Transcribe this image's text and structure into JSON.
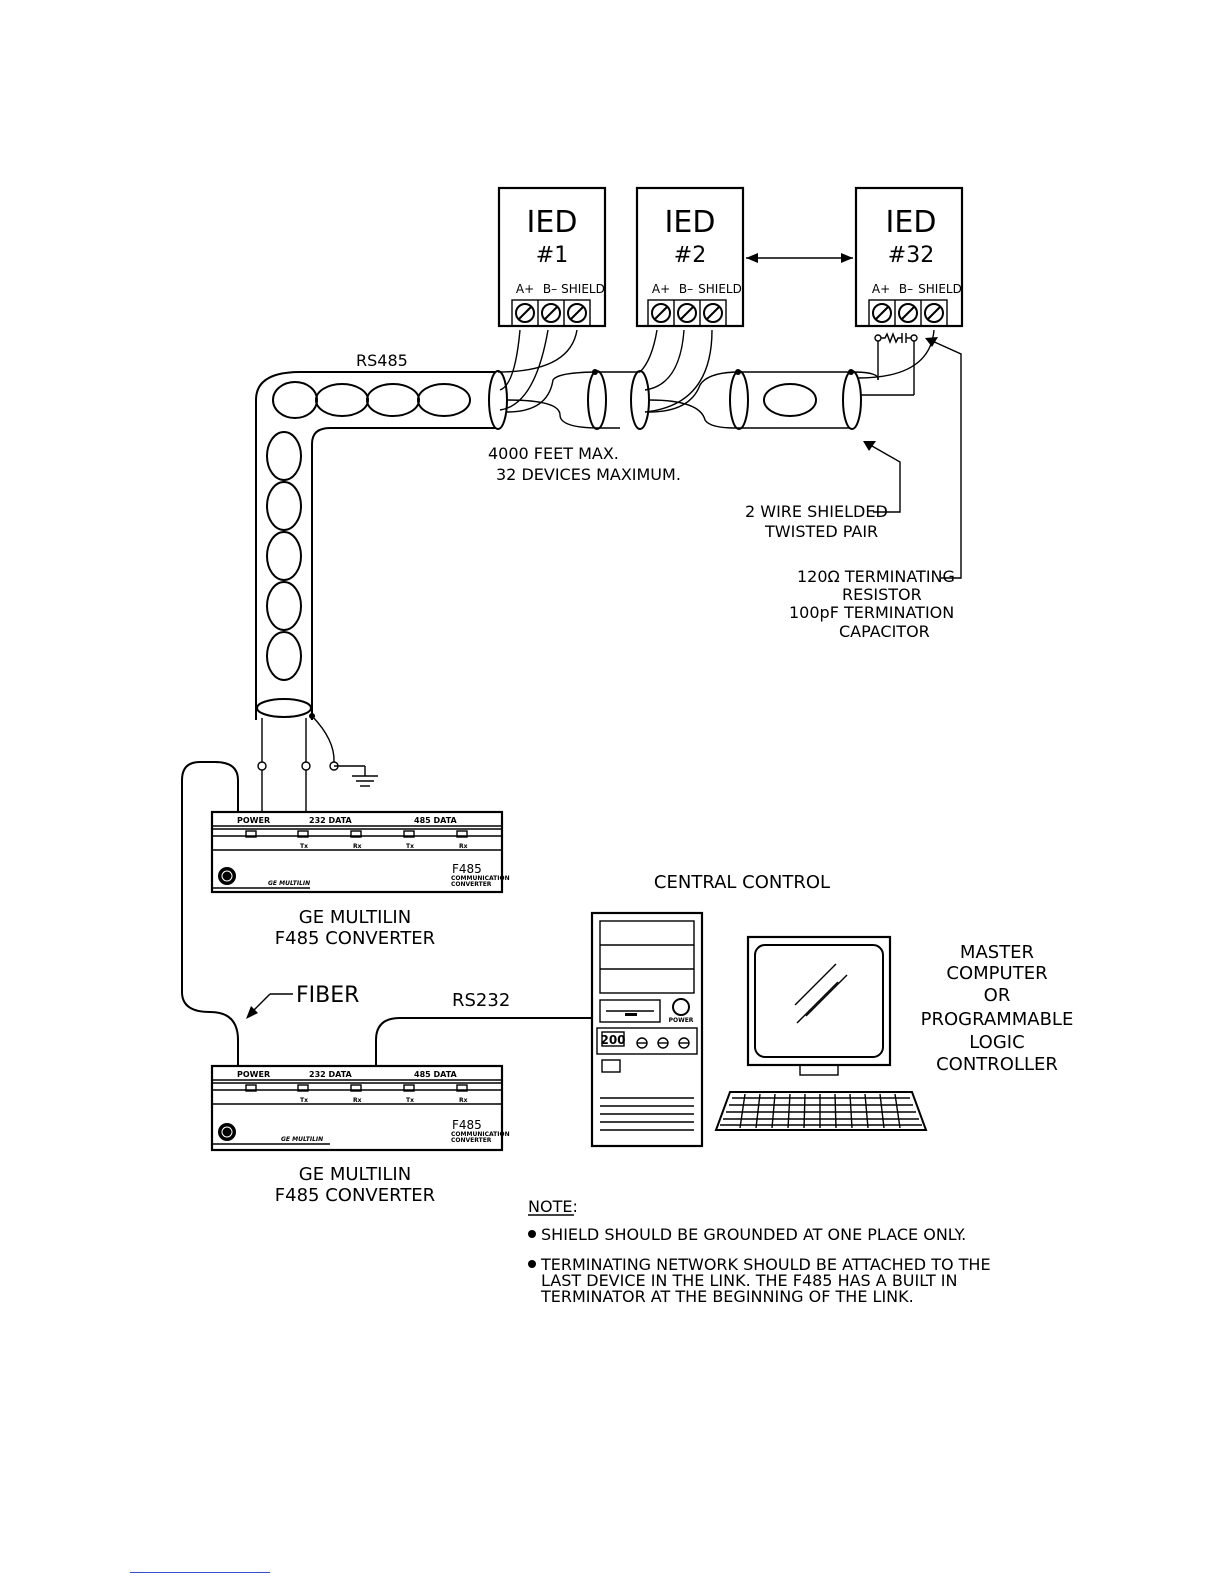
{
  "ieds": [
    {
      "title": "IED",
      "number": "#1",
      "terminals": [
        "A+",
        "B–",
        "SHIELD"
      ]
    },
    {
      "title": "IED",
      "number": "#2",
      "terminals": [
        "A+",
        "B–",
        "SHIELD"
      ]
    },
    {
      "title": "IED",
      "number": "#32",
      "terminals": [
        "A+",
        "B–",
        "SHIELD"
      ]
    }
  ],
  "labels": {
    "rs485": "RS485",
    "distance_line1": "4000 FEET MAX.",
    "distance_line2": "32 DEVICES MAXIMUM.",
    "cable_line1": "2 WIRE SHIELDED",
    "cable_line2": "TWISTED PAIR",
    "term_line1": "120Ω TERMINATING",
    "term_line2": "RESISTOR",
    "term_line3": "100pF TERMINATION",
    "term_line4": "CAPACITOR",
    "fiber": "FIBER",
    "rs232": "RS232",
    "central_control": "CENTRAL CONTROL",
    "master_line1": "MASTER",
    "master_line2": "COMPUTER",
    "master_line3": "OR",
    "master_line4": "PROGRAMMABLE",
    "master_line5": "LOGIC",
    "master_line6": "CONTROLLER"
  },
  "converters": [
    {
      "name_line1": "GE MULTILIN",
      "name_line2": "F485 CONVERTER",
      "panel_power": "POWER",
      "panel_232": "232 DATA",
      "panel_485": "485 DATA",
      "tx": "Tx",
      "rx": "Rx",
      "brand": "GE MULTILIN",
      "model": "F485",
      "model_sub1": "COMMUNICATION",
      "model_sub2": "CONVERTER"
    },
    {
      "name_line1": "GE MULTILIN",
      "name_line2": "F485 CONVERTER",
      "panel_power": "POWER",
      "panel_232": "232 DATA",
      "panel_485": "485 DATA",
      "tx": "Tx",
      "rx": "Rx",
      "brand": "GE MULTILIN",
      "model": "F485",
      "model_sub1": "COMMUNICATION",
      "model_sub2": "CONVERTER"
    }
  ],
  "computer": {
    "display_value": "200",
    "power_label": "POWER"
  },
  "note": {
    "title": "NOTE:",
    "bullet1": "SHIELD SHOULD BE GROUNDED AT ONE PLACE ONLY.",
    "bullet2_line1": "TERMINATING NETWORK SHOULD BE ATTACHED TO THE",
    "bullet2_line2": "LAST DEVICE IN THE LINK. THE F485 HAS A BUILT IN",
    "bullet2_line3": "TERMINATOR AT THE BEGINNING OF THE LINK."
  }
}
